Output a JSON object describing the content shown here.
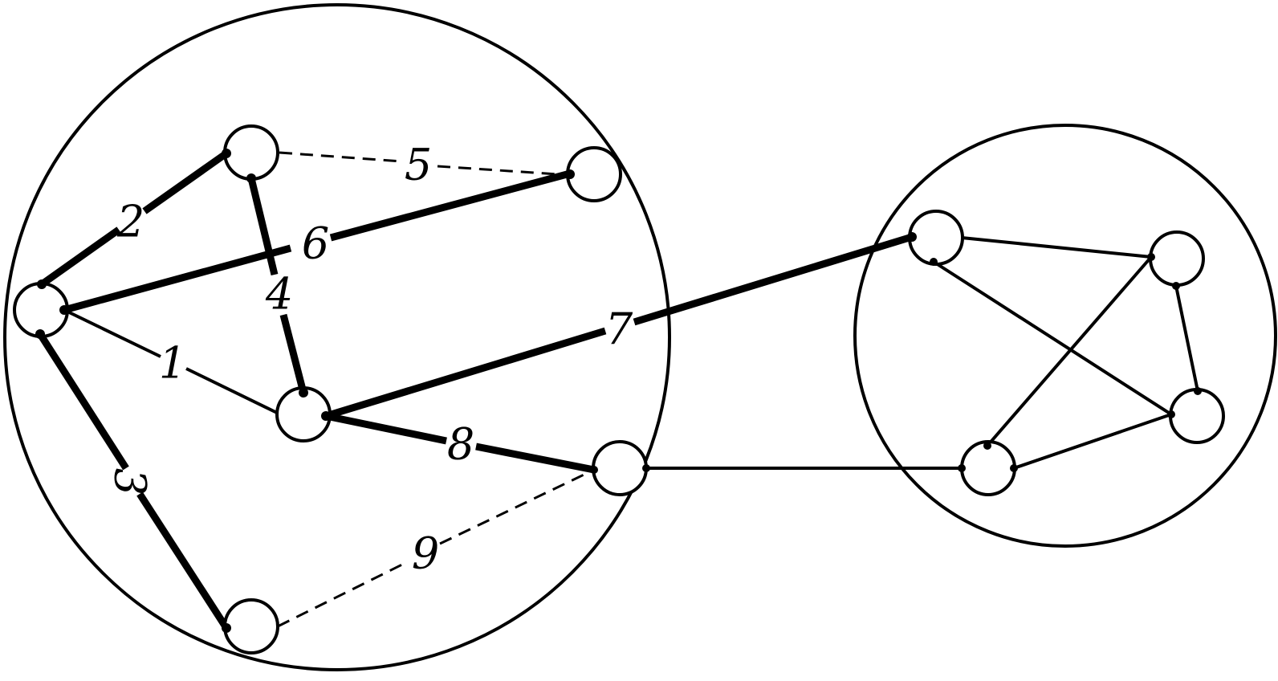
{
  "diagram": {
    "edge_labels": {
      "e1": "1",
      "e2": "2",
      "e3": "3",
      "e4": "4",
      "e5": "5",
      "e6": "6",
      "e7": "7",
      "e8": "8",
      "e9": "9"
    },
    "colors": {
      "stroke": "#000000",
      "background": "#ffffff"
    }
  }
}
